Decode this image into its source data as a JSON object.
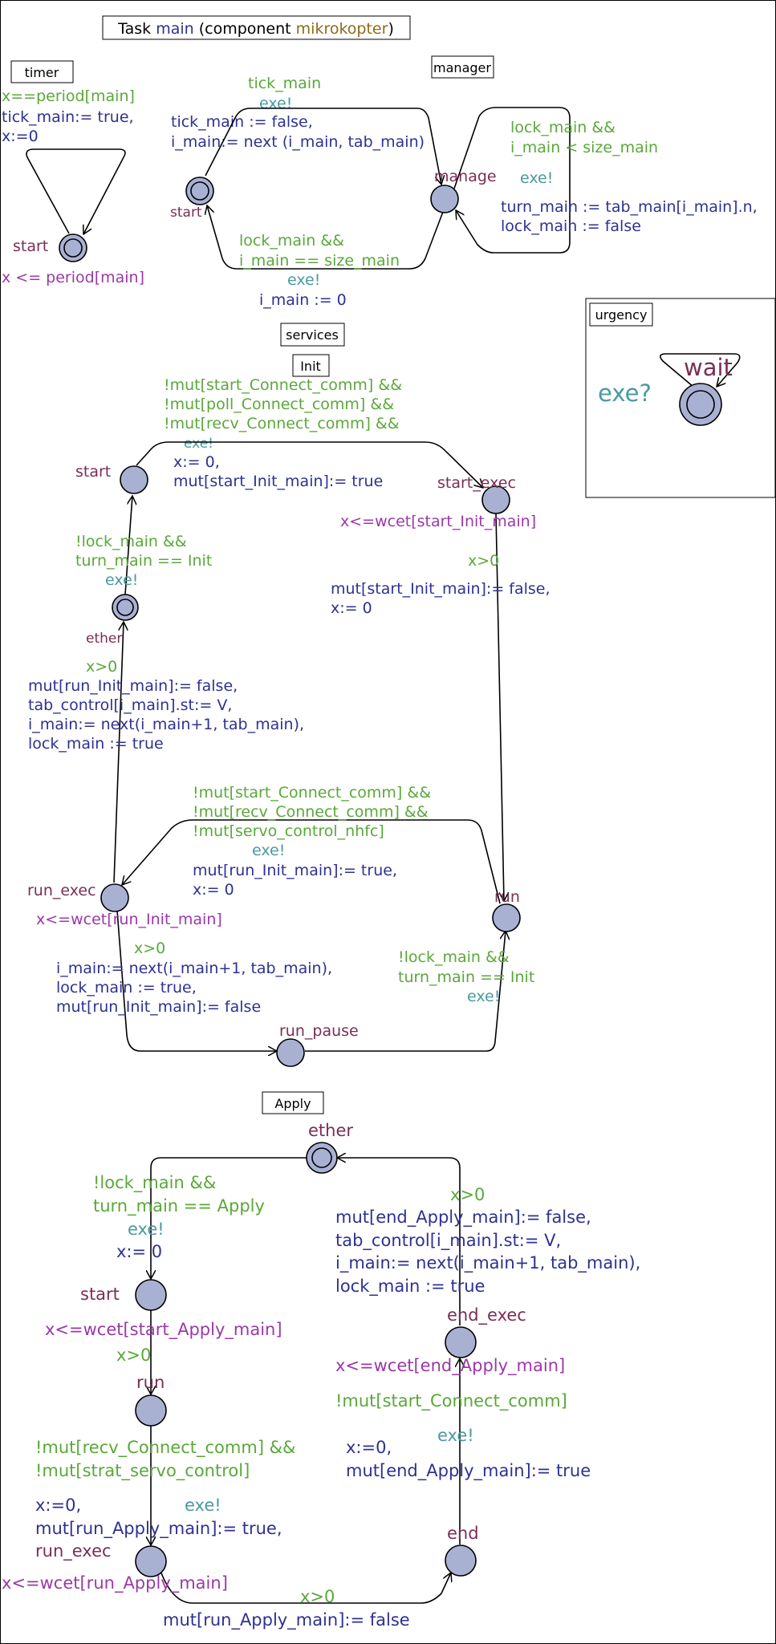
{
  "title": {
    "prefix": "Task ",
    "task": "main",
    "middle": " (component ",
    "component": "mikrokopter",
    "suffix": ")"
  },
  "colors": {
    "sync": "#4a9aa0",
    "guard": "#5aa83a",
    "assign": "#2e3192",
    "invariant": "#9b38a8",
    "location": "#7a2e55",
    "node_fill": "#a9b1d3"
  },
  "timer": {
    "label": "timer",
    "guard": "x==period[main]",
    "assign1": "tick_main:= true,",
    "assign2": "x:=0",
    "start": "start",
    "invariant": "x <= period[main]"
  },
  "manager": {
    "label": "manager",
    "top_guard": "tick_main",
    "top_sync": "exe!",
    "top_assign1": "tick_main := false,",
    "top_assign2": "i_main:= next (i_main, tab_main)",
    "start": "start",
    "manage": "manage",
    "loop_guard1": "lock_main &&",
    "loop_guard2": "i_main < size_main",
    "loop_sync": "exe!",
    "loop_assign1": "turn_main := tab_main[i_main].n,",
    "loop_assign2": "lock_main := false",
    "bottom_guard1": "lock_main &&",
    "bottom_guard2": "i_main == size_main",
    "bottom_sync": "exe!",
    "bottom_assign": "i_main := 0"
  },
  "urgency": {
    "label": "urgency",
    "sync": "exe?",
    "wait": "wait"
  },
  "services": {
    "label": "services"
  },
  "init": {
    "label": "Init",
    "top_guard1": "!mut[start_Connect_comm] &&",
    "top_guard2": "!mut[poll_Connect_comm] &&",
    "top_guard3": "!mut[recv_Connect_comm] &&",
    "top_sync": "exe!",
    "top_assign1": "x:= 0,",
    "top_assign2": "mut[start_Init_main]:= true",
    "start": "start",
    "start_exec": "start_exec",
    "start_exec_inv": "x<=wcet[start_Init_main]",
    "right_guard": "x>0",
    "right_assign1": "mut[start_Init_main]:= false,",
    "right_assign2": "x:= 0",
    "left_guard1": "!lock_main &&",
    "left_guard2": "turn_main == Init",
    "left_sync": "exe!",
    "ether": "ether",
    "ether_guard": "x>0",
    "ether_assign1": "mut[run_Init_main]:= false,",
    "ether_assign2": "tab_control[i_main].st:= V,",
    "ether_assign3": "i_main:= next(i_main+1, tab_main),",
    "ether_assign4": "lock_main := true",
    "mid_guard1": "!mut[start_Connect_comm] &&",
    "mid_guard2": "!mut[recv_Connect_comm] &&",
    "mid_guard3": "!mut[servo_control_nhfc]",
    "mid_sync": "exe!",
    "mid_assign1": "mut[run_Init_main]:= true,",
    "mid_assign2": "x:= 0",
    "run_exec": "run_exec",
    "run": "run",
    "run_exec_inv": "x<=wcet[run_Init_main]",
    "bottom_guard": "x>0",
    "bottom_assign1": "i_main:= next(i_main+1, tab_main),",
    "bottom_assign2": "lock_main := true,",
    "bottom_assign3": "mut[run_Init_main]:= false",
    "run_guard1": "!lock_main &&",
    "run_guard2": "turn_main == Init",
    "run_sync": "exe!",
    "run_pause": "run_pause"
  },
  "apply": {
    "label": "Apply",
    "ether": "ether",
    "left_guard1": "!lock_main &&",
    "left_guard2": "turn_main == Apply",
    "left_sync": "exe!",
    "left_assign": "x:= 0",
    "start": "start",
    "start_inv": "x<=wcet[start_Apply_main]",
    "start_guard": "x>0",
    "run": "run",
    "run_guard1": "!mut[recv_Connect_comm] &&",
    "run_guard2": "!mut[strat_servo_control]",
    "run_assign1": "x:=0,",
    "run_sync": "exe!",
    "run_assign2": "mut[run_Apply_main]:= true,",
    "run_exec": "run_exec",
    "run_exec_inv": "x<=wcet[run_Apply_main]",
    "bottom_guard": "x>0",
    "bottom_assign": "mut[run_Apply_main]:= false",
    "right_guard": "x>0",
    "right_assign1": "mut[end_Apply_main]:= false,",
    "right_assign2": "tab_control[i_main].st:= V,",
    "right_assign3": "i_main:= next(i_main+1, tab_main),",
    "right_assign4": "lock_main := true",
    "end_exec": "end_exec",
    "end_exec_inv": "x<=wcet[end_Apply_main]",
    "end_guard": "!mut[start_Connect_comm]",
    "end_sync": "exe!",
    "end_assign1": "x:=0,",
    "end_assign2": "mut[end_Apply_main]:= true",
    "end": "end"
  }
}
